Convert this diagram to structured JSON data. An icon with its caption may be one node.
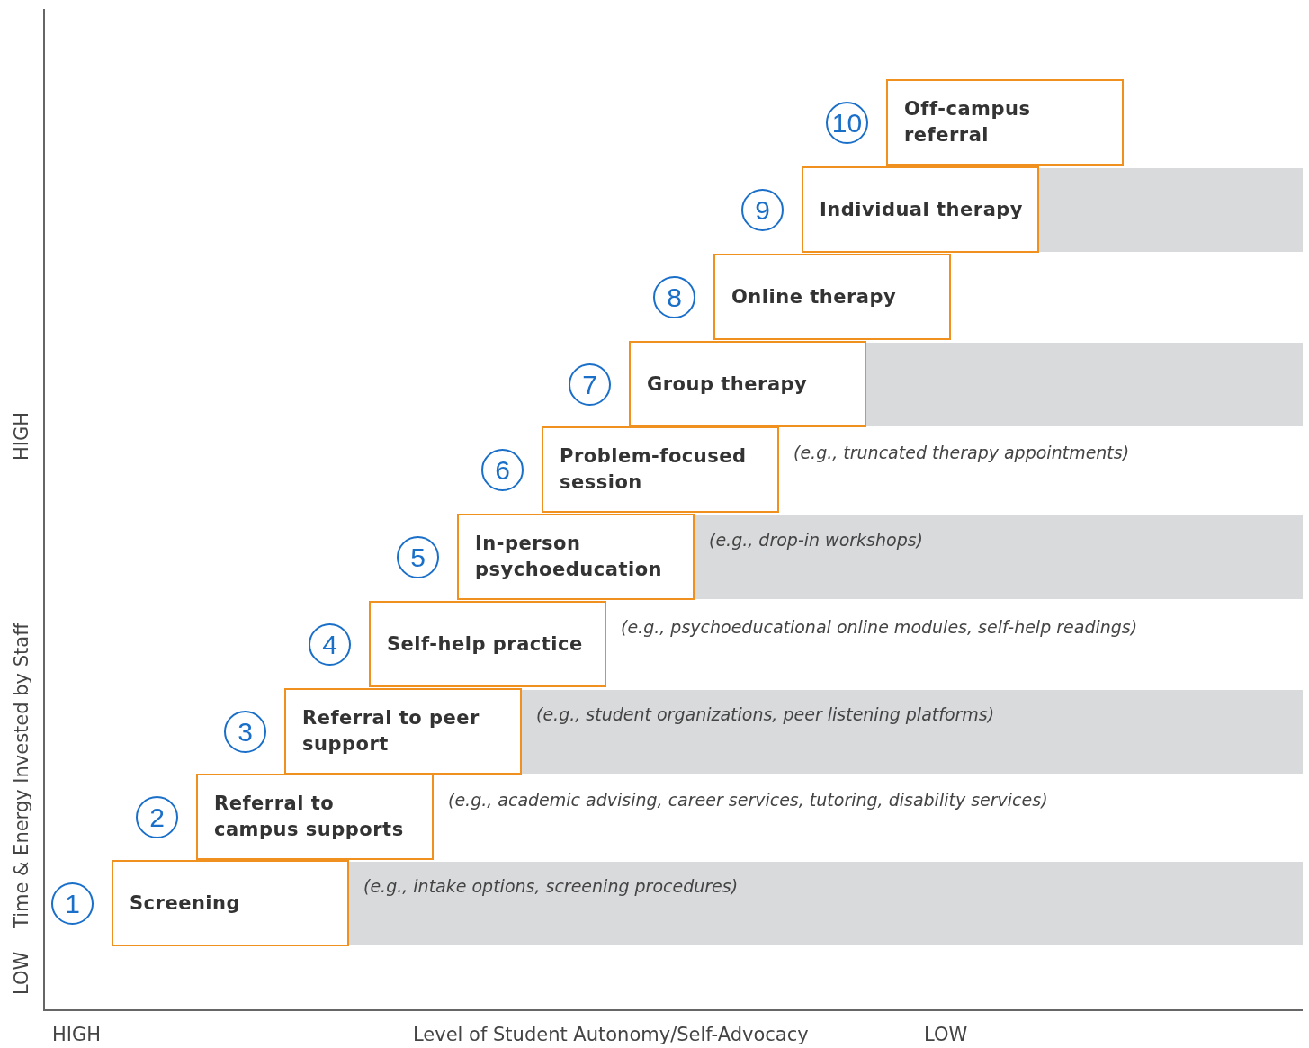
{
  "diagram": {
    "nodes": [
      {
        "text": [
          "1"
        ]
      },
      {
        "text": [
          "Screening"
        ],
        "beside": [
          "(e.g., intake options, screening procedures)"
        ]
      },
      {
        "text": [
          "2"
        ]
      },
      {
        "text": [
          "Referral to campus supports"
        ],
        "beside": [
          "(e.g., academic advising, career services, tutoring, disability services)"
        ]
      },
      {
        "text": [
          "3"
        ]
      },
      {
        "text": [
          "Referral to peer support"
        ],
        "beside": [
          "(e.g., student organizations, peer listening platforms)"
        ]
      },
      {
        "text": [
          "4"
        ]
      },
      {
        "text": [
          "Self-help practice"
        ],
        "beside": [
          "(e.g., psychoeducational online modules, self-help readings)"
        ]
      },
      {
        "text": [
          "5"
        ]
      },
      {
        "text": [
          "In-person psychoeducation"
        ],
        "beside": [
          "(e.g., drop-in workshops)"
        ]
      },
      {
        "text": [
          "6"
        ]
      },
      {
        "text": [
          "Problem-focused session"
        ],
        "beside": [
          "(e.g., truncated therapy appointments)"
        ]
      },
      {
        "text": [
          "7"
        ]
      },
      {
        "text": [
          "Group therapy"
        ]
      },
      {
        "text": [
          "8"
        ]
      },
      {
        "text": [
          "Online therapy"
        ]
      },
      {
        "text": [
          "9"
        ]
      },
      {
        "text": [
          "Individual therapy"
        ]
      },
      {
        "text": [
          "10"
        ]
      },
      {
        "text": [
          "Off-campus referral"
        ]
      }
    ],
    "labels": [
      "HIGH",
      "Time & Energy Invested by Staff",
      "LOW",
      "HIGH",
      "Level of Student Autonomy/Self-Advocacy",
      "LOW"
    ]
  }
}
